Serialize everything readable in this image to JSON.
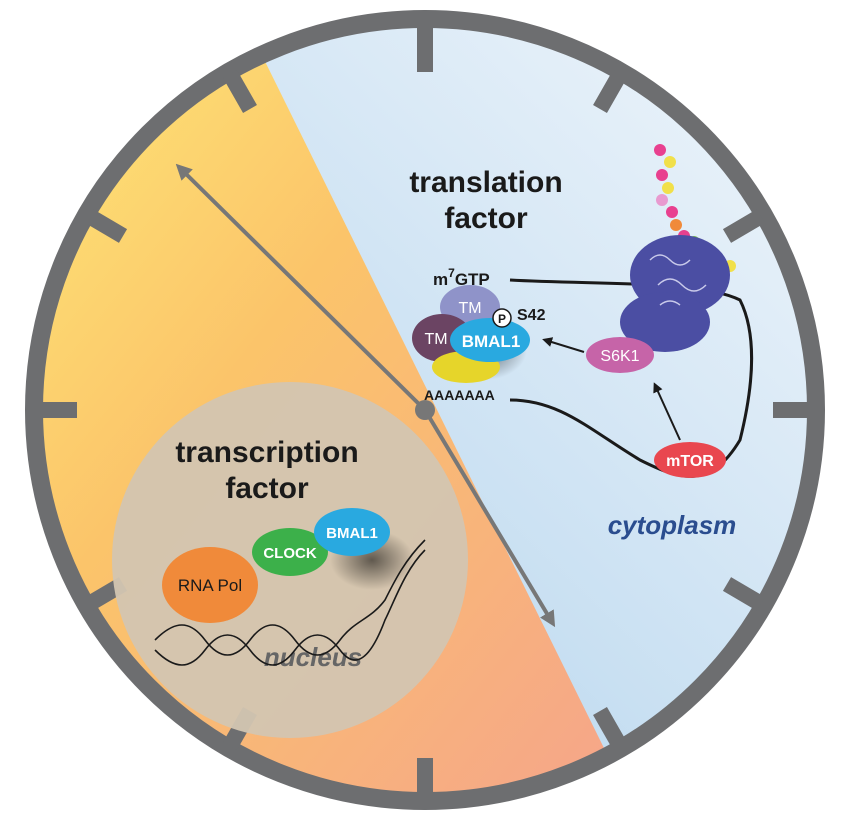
{
  "headings": {
    "translation_line1": "translation",
    "translation_line2": "factor",
    "transcription_line1": "transcription",
    "transcription_line2": "factor"
  },
  "compartments": {
    "cytoplasm": "cytoplasm",
    "nucleus": "nucleus"
  },
  "mrna": {
    "cap": "m",
    "cap_superscript": "7",
    "cap_suffix": "GTP",
    "polya_tail": "AAAAAAA"
  },
  "proteins": {
    "tm_top": "TM",
    "tm_left": "TM",
    "bmal1_cytoplasm": "BMAL1",
    "phospho": "P",
    "phospho_site": "S42",
    "s6k1": "S6K1",
    "mtor": "mTOR",
    "rna_pol": "RNA Pol",
    "clock": "CLOCK",
    "bmal1_nucleus": "BMAL1"
  },
  "colors": {
    "clock_face_rim": "#6d6e70",
    "warm_light": "#fde36b",
    "warm_dark": "#f6a98a",
    "cool_light": "#eaf3fb",
    "cool_dark": "#9cc7e6",
    "nucleus_fill": "#d2c4b0",
    "ribosome": "#4b4ea3",
    "tm_top": "#8f93c9",
    "tm_left": "#6b4463",
    "bmal1": "#29a9e0",
    "yellow_blob": "#e6d52a",
    "s6k1": "#c664a8",
    "mtor": "#e9474f",
    "rna_pol": "#f08a3a",
    "clock_protein": "#3cb04a",
    "cytoplasm_text": "#2a4d8f",
    "nucleus_text": "#666666"
  }
}
